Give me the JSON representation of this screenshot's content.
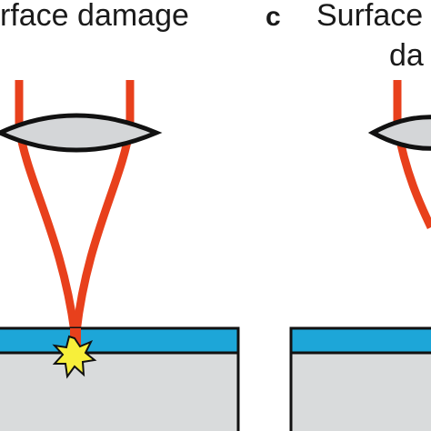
{
  "panels": [
    {
      "title": "rface damage"
    },
    {
      "letter": "c",
      "title_line1": "Surface",
      "title_line2": "da"
    }
  ],
  "colors": {
    "laser": "#e8401c",
    "lens_fill": "#d4d6d8",
    "lens_stroke": "#111111",
    "substrate": "#d9dbdc",
    "coating": "#1da6d8",
    "outline": "#111111",
    "spark_fill": "#f7ef3a"
  }
}
